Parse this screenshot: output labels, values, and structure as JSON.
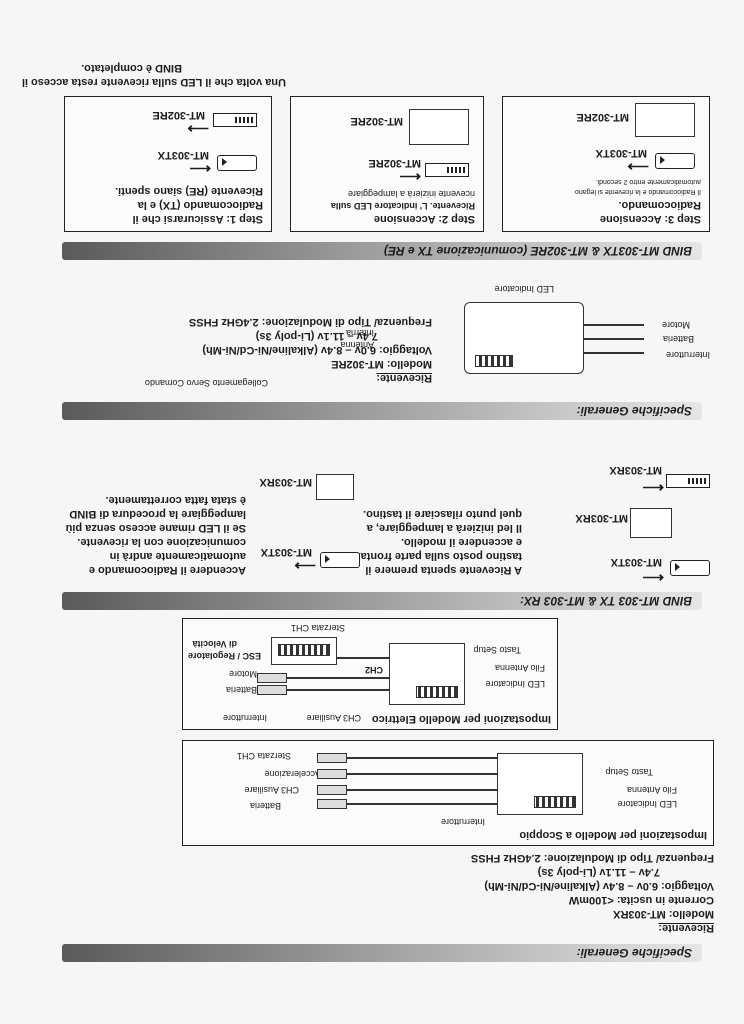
{
  "section1": {
    "title": "Specifiche Generali:",
    "receiver_label": "Ricevente:",
    "lines": [
      "Modello: MT-303RX",
      "Corrente in uscita: <100mW",
      "Voltaggio: 6.0v – 8.4v (Alkaline/Ni-Cd/Ni-Mh)",
      "7.4v – 11.1v (Li-poly 3s)",
      "Frequenza/ Tipo di Modulazione: 2.4GHz FHSS"
    ]
  },
  "scoppio": {
    "title": "Impostazioni per Modello a Scoppio",
    "labels": {
      "interruttore": "Interruttore",
      "batteria": "Batteria",
      "ch3": "CH3 Ausiliare",
      "accelerazione": "Accelerazione",
      "sterzata": "Sterzata CH1",
      "led": "LED Indicatore",
      "filo": "Filo Antenna",
      "tasto": "Tasto Setup"
    }
  },
  "elettrico": {
    "title": "Impostazioni per Modello Elettrico",
    "labels": {
      "ch3": "CH3 Ausiliare",
      "interruttore": "Interruttore",
      "batteria": "Batteria",
      "motore": "Motore",
      "esc": "ESC / Regolatore",
      "velocita": "di Velocità",
      "sterzata": "Sterzata CH1",
      "ch2": "CH2",
      "led": "LED Indicatore",
      "filo": "Filo Antenna",
      "tasto": "Tasto Setup"
    }
  },
  "bind1": {
    "title": "BIND MT-303 TX & MT-303 RX:",
    "tx": "MT-303TX",
    "rx": "MT-303RX",
    "step_a": [
      "A Ricevente spenta premere il",
      "tastino posto sulla parte frontale",
      "e accendere il modello.",
      "Il led inizierà a lampeggiare, a",
      "quel punto rilasciare il tastino."
    ],
    "step_b": [
      "Accendere il Radiocomando e",
      "automaticamente andrà in",
      "comunicazione con la ricevente.",
      "Se il LED rimane acceso senza più",
      "lampeggiare la procedura di BIND",
      "è stata fatta correttamente."
    ]
  },
  "section2": {
    "title": "Specifiche Generali:",
    "receiver_label": "Ricevente:",
    "lines": [
      "Modello: MT-302RE",
      "Voltaggio: 6.0v – 8.4v (Alkaline/Ni-Cd/Ni-Mh)",
      "7.4v – 11.1v (Li-poly 3s)",
      "Frequenza/ Tipo di Modulazione: 2.4GHz FHSS"
    ],
    "labels": {
      "servo": "Collegamento Servo Comando",
      "interruttore": "Interruttore",
      "batteria": "Batteria",
      "motore": "Motore",
      "antenna": "Antenna",
      "interna": "Interna",
      "led": "LED Indicatore"
    }
  },
  "bind2": {
    "title": "BIND MT-303TX & MT-302RE (comunicazione TX e RE)",
    "tx": "MT-303TX",
    "re": "MT-302RE",
    "step1": [
      "Step 1: Assicurarsi che il",
      "Radiocomando (TX) e la",
      "Ricevente (RE) siano spenti."
    ],
    "step2": [
      "Step 2: Accensione",
      "Ricevente. L' indicatore LED sulla",
      "ricevente inizierà a lampeggiare"
    ],
    "step3": [
      "Step 3: Accensione",
      "Radiocomando.",
      "Il Radiocomando e la ricevente si legano",
      "automaticamente entro 2 secondi."
    ],
    "final": [
      "Una volta che il LED sulla ricevente resta acceso il",
      "BIND è completato."
    ]
  }
}
